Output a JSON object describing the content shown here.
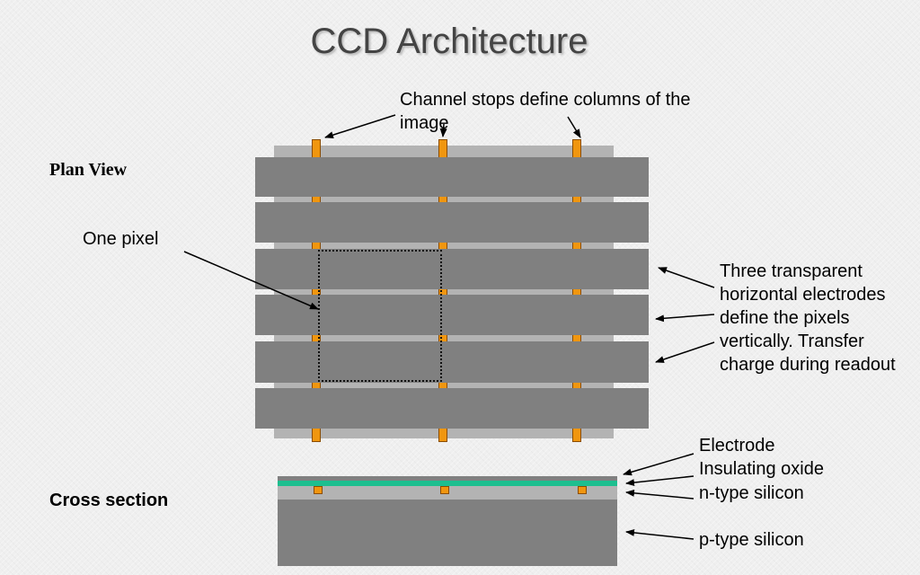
{
  "title": "CCD Architecture",
  "labels": {
    "plan_view": "Plan View",
    "one_pixel": "One pixel",
    "channel_stops": [
      "Channel stops define columns of the",
      "image"
    ],
    "electrodes": [
      "Three transparent",
      "horizontal electrodes",
      "define the pixels",
      "vertically. Transfer",
      "charge during readout"
    ],
    "cross_section": "Cross section",
    "electrode": "Electrode",
    "insulating_oxide": "Insulating oxide",
    "n_type": "n-type silicon",
    "p_type": "p-type silicon"
  },
  "colors": {
    "electrode": "#808080",
    "silicon_strip": "#b3b3b3",
    "channel_stop": "#f0960f",
    "oxide": "#1dbf8f"
  }
}
